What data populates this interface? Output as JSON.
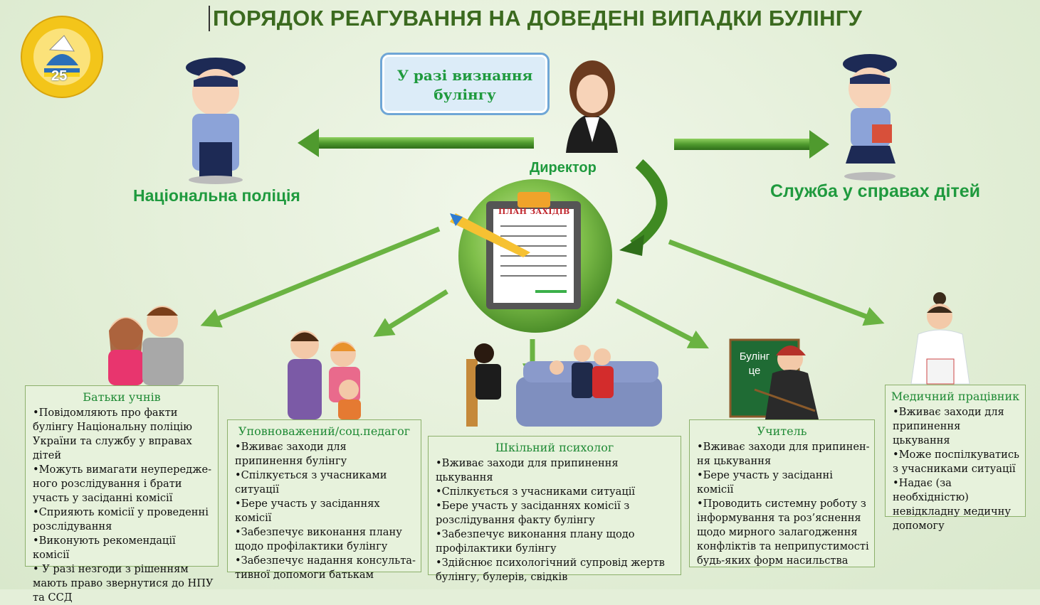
{
  "title": "ПОРЯДОК РЕАГУВАННЯ НА ДОВЕДЕНІ ВИПАДКИ БУЛІНГУ",
  "bubble": {
    "text": "У разі визнання булінгу"
  },
  "labels": {
    "director": "Директор",
    "police": "Національна поліція",
    "children_service": "Служба у справах дітей"
  },
  "plan": {
    "label": "ПЛАН ЗАХІДІВ"
  },
  "teacher_board": {
    "text": "Булінг це"
  },
  "logo": {
    "number": "25"
  },
  "boxes": {
    "parents": {
      "title": "Батьки учнів",
      "items": [
        "•Повідомляють про факти булінгу Національну поліцію України та службу у вправах дітей",
        "•Можуть вимагати неупередже-ного розслідування і  брати участь у засіданні комісії",
        "•Сприяють комісії у проведенні розслідування",
        "•Виконують рекомендації комісії",
        "• У разі незгоди з рішенням мають право звернутися до НПУ та ССД"
      ]
    },
    "social": {
      "title": "Уповноважений/соц.педагог",
      "items": [
        "•Вживає заходи для припинення булінгу",
        "•Спілкується з учасниками ситуації",
        "•Бере участь у засіданнях комісії",
        "•Забезпечує виконання плану щодо профілактики булінгу",
        "•Забезпечує надання консульта-тивної допомоги батькам"
      ]
    },
    "psychologist": {
      "title": "Шкільний  психолог",
      "items": [
        "•Вживає заходи для припинення цькування",
        "•Спілкується з учасниками ситуації",
        "•Бере участь у засіданнях комісії з розслідування факту булінгу",
        "•Забезпечує виконання плану щодо профілактики булінгу",
        "•Здійснює психологічний супровід жертв булінгу, булерів, свідків"
      ]
    },
    "teacher": {
      "title": "Учитель",
      "items": [
        "•Вживає заходи для припинен-ня цькування",
        "•Бере участь у засіданні комісії",
        "•Проводить системну роботу з інформування та роз’яснення щодо мирного залагодження конфліктів та неприпустимості будь-яких форм насильства"
      ]
    },
    "medic": {
      "title": "Медичний працівник",
      "items": [
        "•Вживає заходи для припинення цькування",
        "•Може поспілкуватись з учасниками ситуації",
        "•Надає (за необхідністю) невідкладну медичну допомогу"
      ]
    }
  },
  "colors": {
    "title": "#3b6a1f",
    "label_green": "#1f9a3e",
    "arrow_green": "#6ab342",
    "box_bg": "#e7f2dc",
    "box_border": "#8cb06b"
  }
}
